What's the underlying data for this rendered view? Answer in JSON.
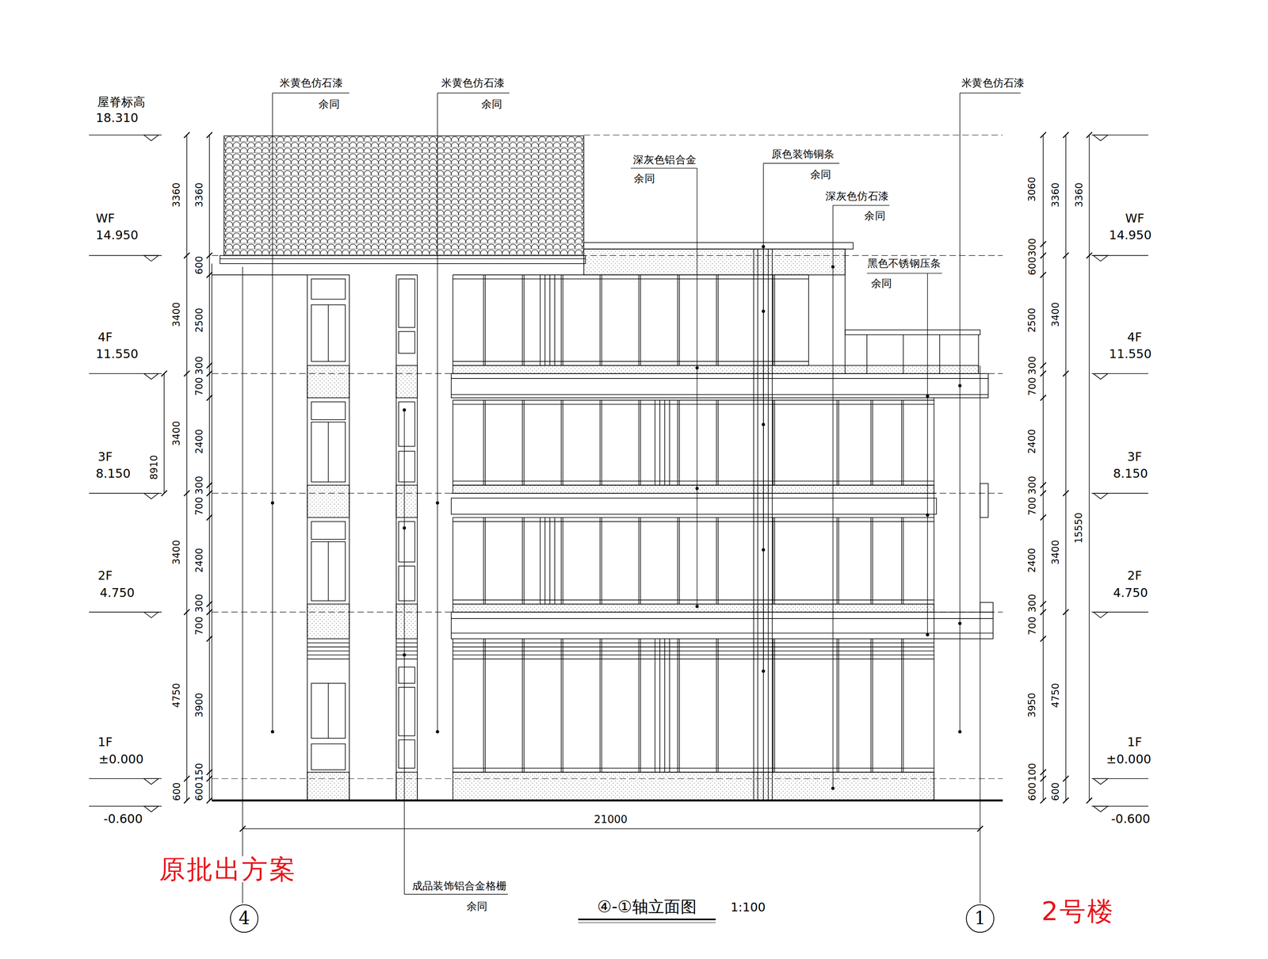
{
  "diagram": {
    "title": "④-①轴立面图",
    "nodes": [
      {
        "text": [
          "4"
        ]
      },
      {
        "text": [
          "1"
        ]
      }
    ],
    "labels": [
      "米黄色仿石漆",
      "余同",
      "米黄色仿石漆",
      "余同",
      "米黄色仿石漆",
      "屋脊标高",
      "18.310",
      "深灰色铝合金",
      "余同",
      "原色装饰铜条",
      "余同",
      "深灰色仿石漆",
      "余同",
      "WF",
      "14.950",
      "WF",
      "14.950",
      "黑色不锈钢压条",
      "余同",
      "4F",
      "11.550",
      "4F",
      "11.550",
      "3F",
      "8.150",
      "3F",
      "8.150",
      "2F",
      "4.750",
      "2F",
      "4.750",
      "1F",
      "±0.000",
      "1F",
      "±0.000",
      "-0.600",
      "-0.600",
      "3360",
      "3400",
      "3400",
      "3400",
      "4750",
      "600",
      "8910",
      "3360",
      "600",
      "2500",
      "300",
      "700",
      "2400",
      "300",
      "700",
      "2400",
      "300",
      "700",
      "3900",
      "150",
      "600",
      "3060",
      "300",
      "600",
      "2500",
      "300",
      "700",
      "2400",
      "300",
      "700",
      "2400",
      "300",
      "700",
      "3950",
      "100",
      "600",
      "3360",
      "3400",
      "3400",
      "4750",
      "600",
      "3360",
      "15550",
      "21000",
      "成品装饰铝合金格栅",
      "余同",
      "原批出方案",
      "1:100",
      "2号楼"
    ]
  }
}
